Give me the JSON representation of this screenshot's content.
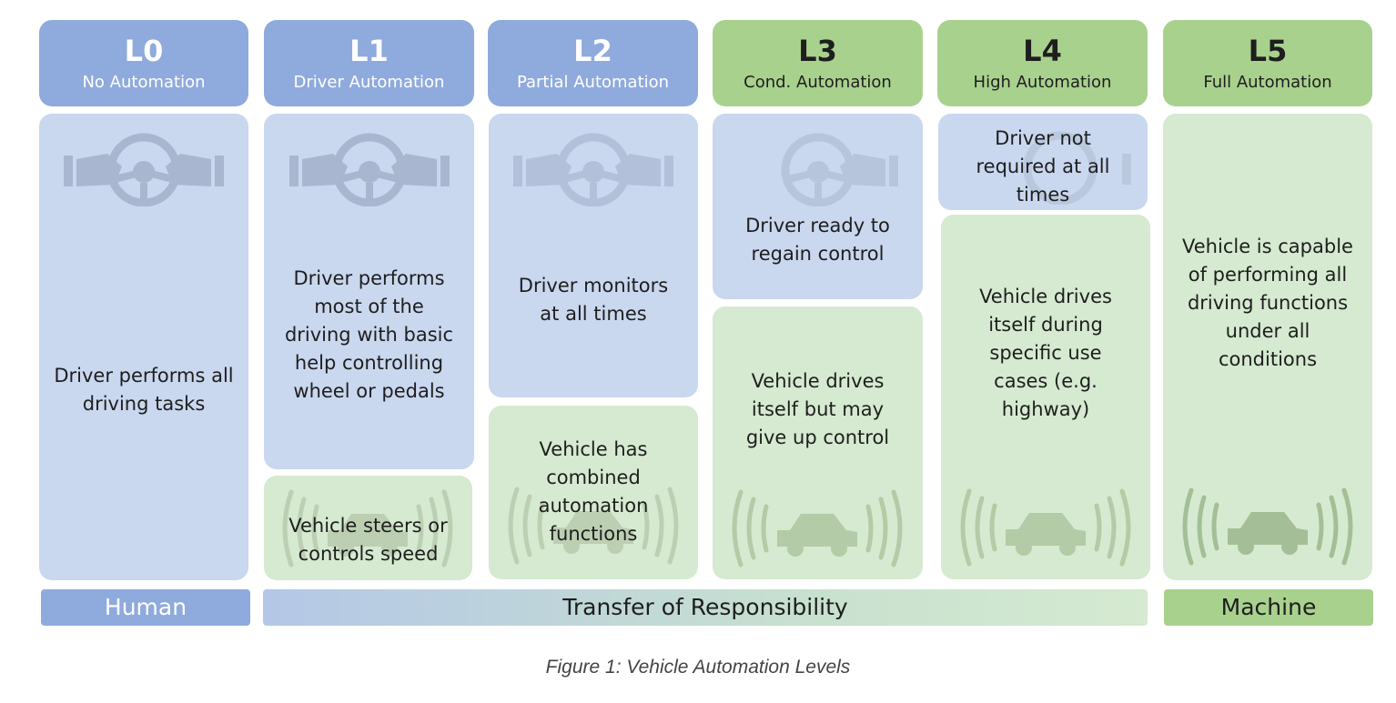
{
  "levels": [
    {
      "code": "L0",
      "name": "No Automation",
      "driver_text": "Driver performs all driving tasks",
      "vehicle_text": ""
    },
    {
      "code": "L1",
      "name": "Driver Automation",
      "driver_text": "Driver performs most of the driving with basic help controlling wheel or  pedals",
      "vehicle_text": "Vehicle steers or controls speed"
    },
    {
      "code": "L2",
      "name": "Partial Automation",
      "driver_text": "Driver monitors at all times",
      "vehicle_text": "Vehicle has combined automation functions"
    },
    {
      "code": "L3",
      "name": "Cond. Automation",
      "driver_text": "Driver ready to regain control",
      "vehicle_text": "Vehicle drives itself but may give up control"
    },
    {
      "code": "L4",
      "name": "High Automation",
      "driver_text": "Driver not required at all times",
      "vehicle_text": "Vehicle drives itself during specific use cases (e.g. highway)"
    },
    {
      "code": "L5",
      "name": "Full Automation",
      "driver_text": "",
      "vehicle_text": "Vehicle is capable of performing all driving functions under all conditions"
    }
  ],
  "footer": {
    "human": "Human",
    "transfer": "Transfer of Responsibility",
    "machine": "Machine"
  },
  "caption": "Figure 1: Vehicle Automation Levels",
  "colors": {
    "blue_header": "#8faadc",
    "green_header": "#a9d18e",
    "driver_box": "#c9d7ef",
    "vehicle_box": "#d5ead0"
  },
  "icons": [
    "steering-wheel-icon",
    "car-signal-icon"
  ]
}
